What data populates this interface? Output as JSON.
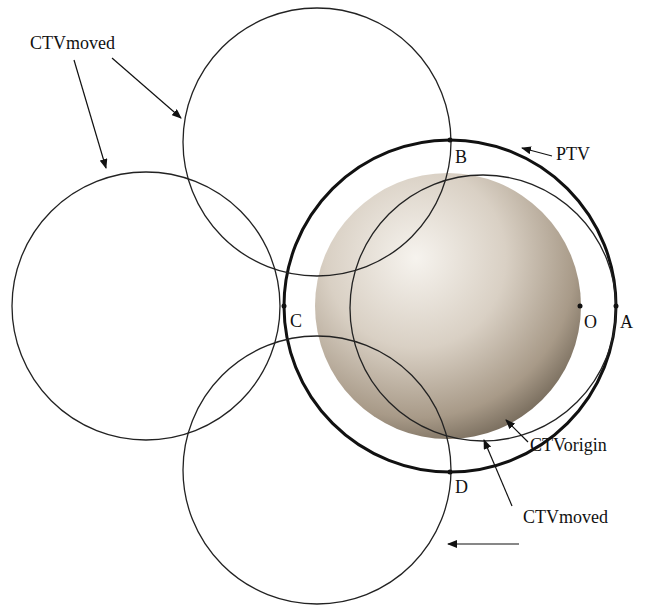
{
  "diagram": {
    "labels": [
      "CTVmoved",
      "PTV",
      "B",
      "C",
      "O",
      "A",
      "D",
      "CTVorigin",
      "CTVmoved"
    ]
  }
}
